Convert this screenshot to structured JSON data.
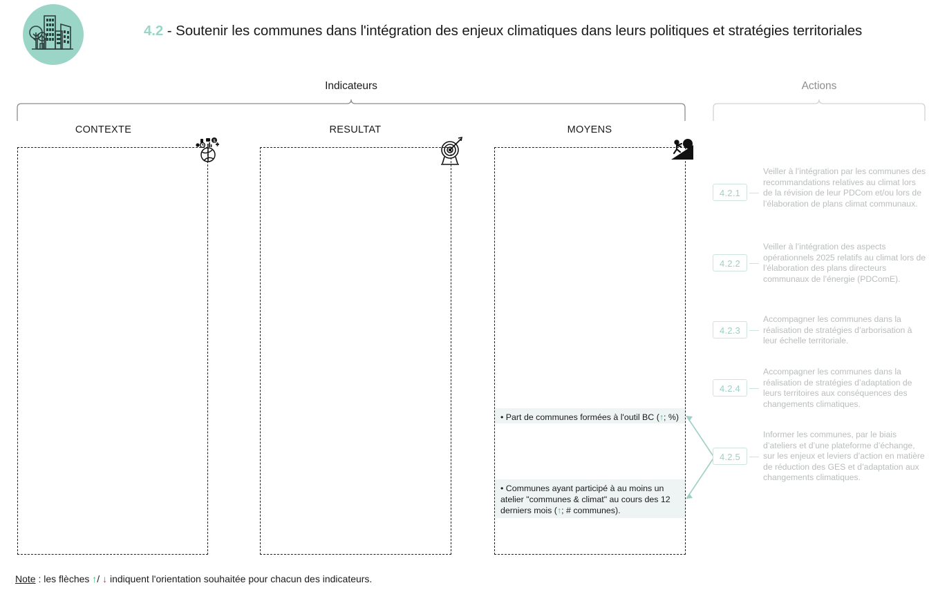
{
  "header": {
    "logo_icon": "city-trees-icon",
    "number": "4.2",
    "separator": " - ",
    "title": "Soutenir les communes dans l'intégration des enjeux climatiques dans leurs politiques et stratégies territoriales",
    "logo_bg_color": "#9ad5c8",
    "accent_color": "#9ad5c8"
  },
  "groups": {
    "indicateurs_label": "Indicateurs",
    "actions_label": "Actions"
  },
  "columns": [
    {
      "key": "contexte",
      "title": "CONTEXTE",
      "icon": "globe-data-icon",
      "indicators": []
    },
    {
      "key": "resultat",
      "title": "RESULTAT",
      "icon": "target-dart-icon",
      "indicators": []
    },
    {
      "key": "moyens",
      "title": "MOYENS",
      "icon": "person-pushing-boulder-icon",
      "indicators": [
        {
          "text": "• Part de communes formées à l'outil BC (↑; %)",
          "trend": "↑",
          "unit": "%"
        },
        {
          "text": "• Communes ayant participé à au moins un atelier \"communes & climat\" au cours des 12 derniers mois (↑; # communes).",
          "trend": "↑",
          "unit": "# communes"
        }
      ]
    }
  ],
  "actions": [
    {
      "id": "4.2.1",
      "text": "Veiller à l’intégration par les communes des recommandations relatives au climat lors de la révision de leur PDCom et/ou lors de l’élaboration de plans climat communaux."
    },
    {
      "id": "4.2.2",
      "text": "Veiller à l’intégration des aspects opérationnels 2025 relatifs au climat lors de l’élaboration des plans directeurs communaux de l’énergie (PDComE)."
    },
    {
      "id": "4.2.3",
      "text": "Accompagner les communes dans la réalisation de stratégies d’arborisation à leur échelle territoriale."
    },
    {
      "id": "4.2.4",
      "text": "Accompagner les communes dans la réalisation de stratégies d’adaptation de leurs territoires aux conséquences des changements climatiques."
    },
    {
      "id": "4.2.5",
      "text": "Informer les communes, par le biais d’ateliers et d’une plateforme d’échange, sur les enjeux et leviers d’action en matière de réduction des GES et d’adaptation aux changements climatiques."
    }
  ],
  "footer": {
    "note_label": "Note",
    "note_prefix": " : les flèches ",
    "arrow_up": "↑",
    "note_mid": "/ ",
    "arrow_down": "↓",
    "note_suffix": " indiquent l'orientation souhaitée pour chacun des indicateurs.",
    "arrow_up_color": "#3cb878",
    "arrow_down_color": "#e03030"
  }
}
